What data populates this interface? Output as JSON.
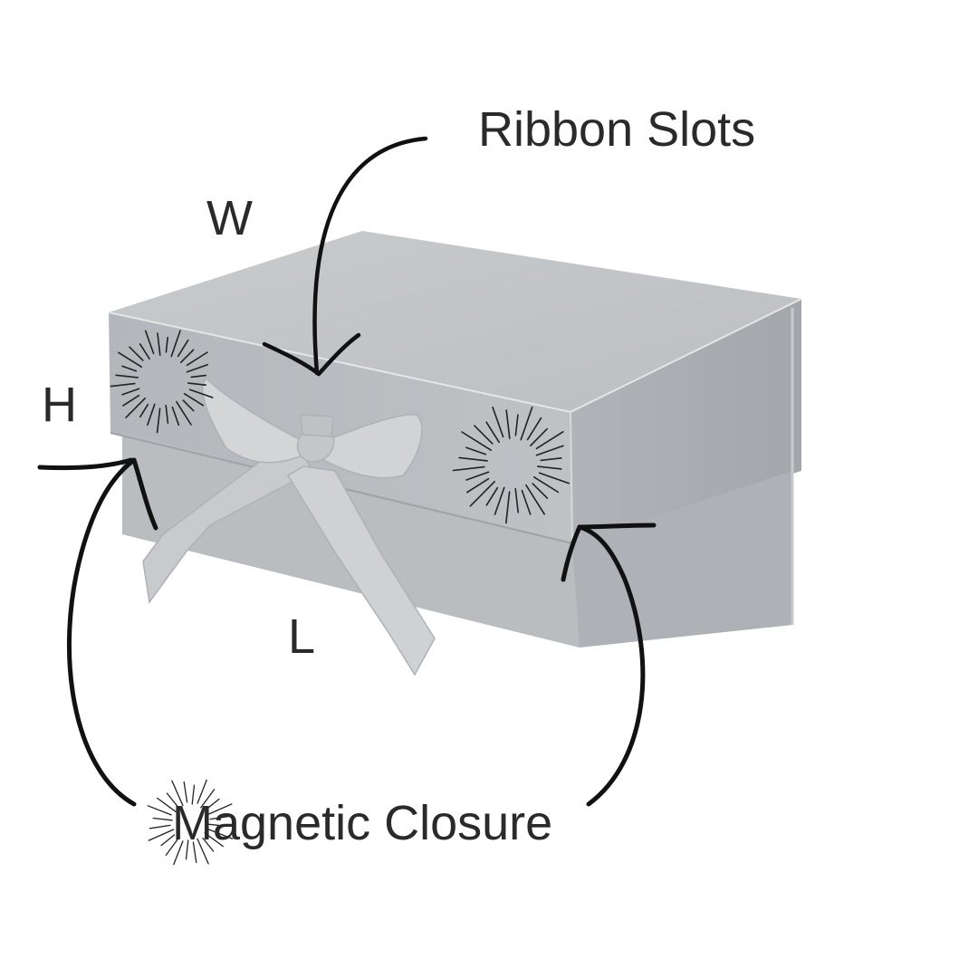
{
  "labels": {
    "ribbon_slots": "Ribbon Slots",
    "width": "W",
    "height": "H",
    "length": "L",
    "magnetic_closure": "Magnetic Closure"
  },
  "colors": {
    "box_top": "#c3c5c8",
    "box_front": "#b5b9bd",
    "box_side": "#a9adb1",
    "ribbon": "#c9cbce",
    "ink": "#111111",
    "text": "#2a2a2a"
  },
  "icons": [
    "sparkle-icon",
    "arrow-icon"
  ]
}
